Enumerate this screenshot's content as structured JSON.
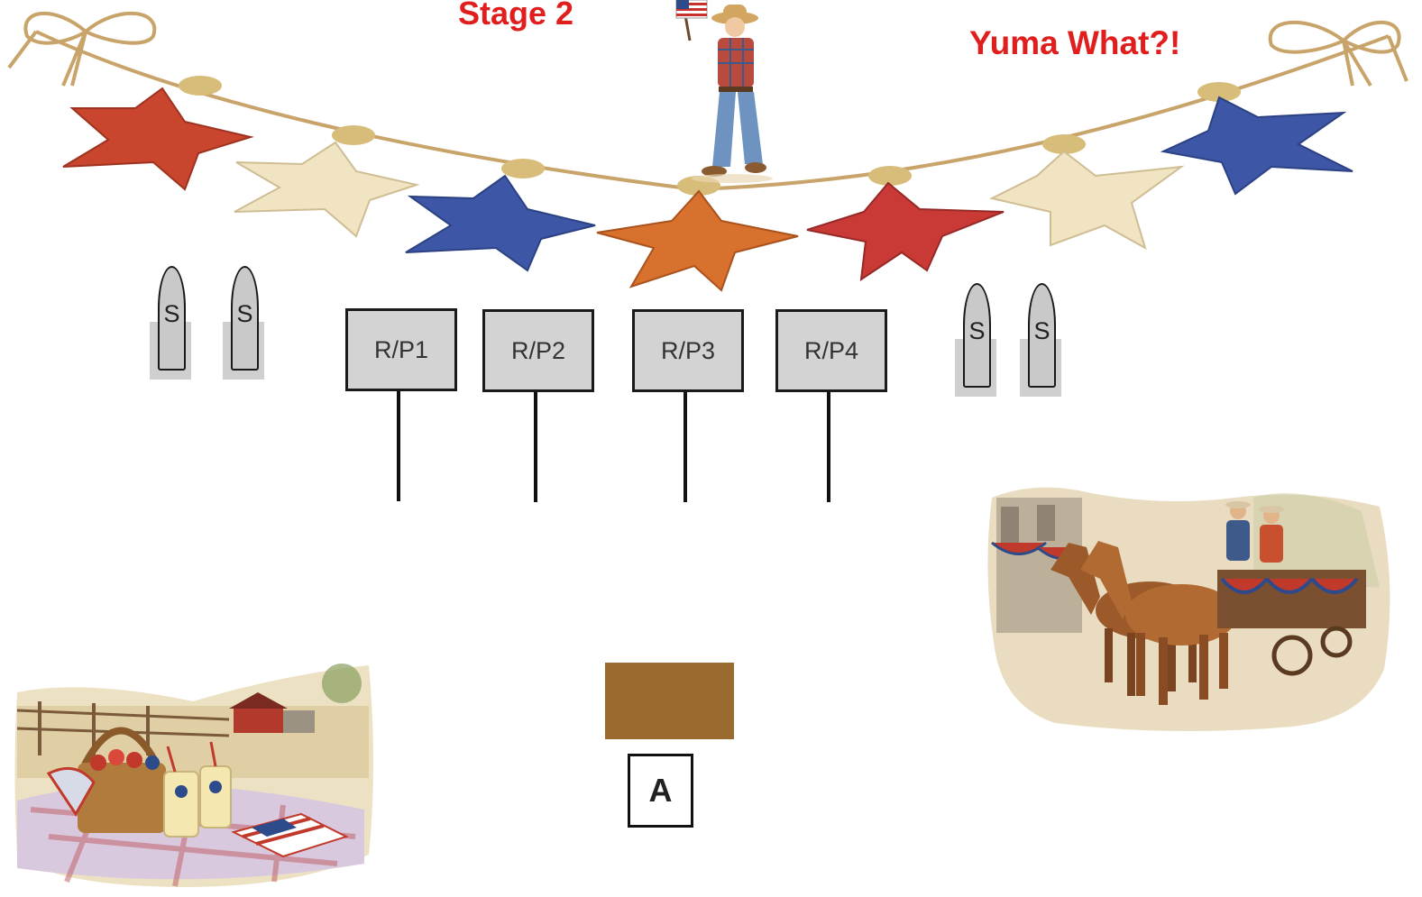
{
  "titles": {
    "stage": "Stage 2",
    "event": "Yuma What?!"
  },
  "shooting_positions": [
    {
      "label": "S"
    },
    {
      "label": "S"
    },
    {
      "label": "S"
    },
    {
      "label": "S"
    }
  ],
  "targets": [
    {
      "label": "R/P1"
    },
    {
      "label": "R/P2"
    },
    {
      "label": "R/P3"
    },
    {
      "label": "R/P4"
    }
  ],
  "start_position": {
    "label": "A"
  },
  "colors": {
    "title_red": "#e01e1e",
    "star_red": "#c9452e",
    "star_cream": "#f1e4c3",
    "star_blue": "#3d57a6",
    "star_orange": "#d8702e",
    "table_brown": "#9a6a2f",
    "target_gray": "#d3d3d3"
  },
  "garland_stars": [
    "red",
    "cream",
    "blue",
    "orange",
    "red",
    "cream",
    "blue"
  ],
  "illustrations": [
    "cowboy-boy-with-flag",
    "star-garland",
    "horse-drawn-parade-wagon",
    "picnic-basket-on-blanket"
  ]
}
